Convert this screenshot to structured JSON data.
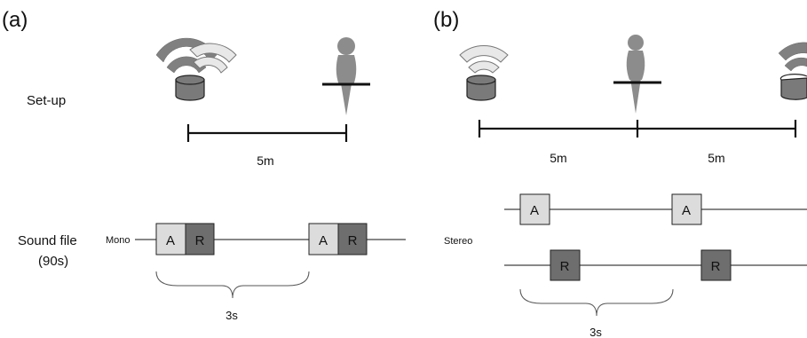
{
  "panel_a": {
    "tag": "(a)",
    "setup_label": "Set-up",
    "distance": "5m",
    "sound_file_label_line1": "Sound file",
    "sound_file_label_line2": "(90s)",
    "channel": "Mono",
    "block_a": "A",
    "block_r": "R",
    "interval": "3s"
  },
  "panel_b": {
    "tag": "(b)",
    "distance_left": "5m",
    "distance_right": "5m",
    "channel": "Stereo",
    "block_a": "A",
    "block_r": "R",
    "interval": "3s"
  },
  "colors": {
    "speaker_body": "#7a7a7a",
    "arc_dark": "#808080",
    "arc_light": "#e8e8e8",
    "bird": "#8c8c8c",
    "block_light": "#dcdcdc",
    "block_dark": "#6e6e6e"
  }
}
